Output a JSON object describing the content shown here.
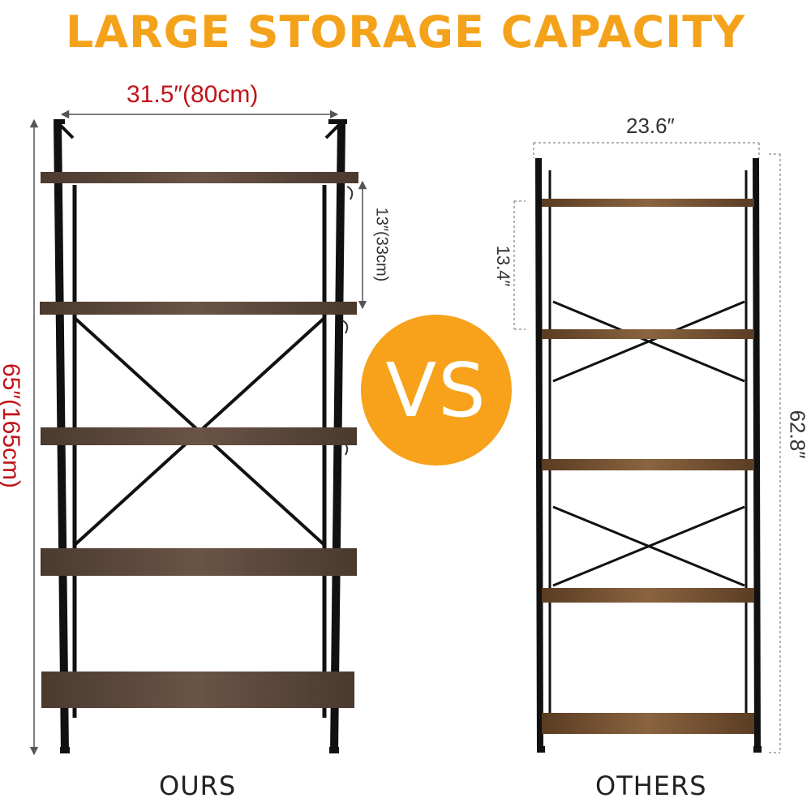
{
  "headline": "LARGE STORAGE CAPACITY",
  "vs_label": "VS",
  "ours": {
    "caption": "OURS",
    "width_label": "31.5″(80cm)",
    "height_label": "65″(165cm)",
    "shelf_gap_label": "13″(33cm)",
    "shelf_count": 5
  },
  "others": {
    "caption": "OTHERS",
    "width_label": "23.6″",
    "height_label": "62.8″",
    "shelf_gap_label": "13.4″",
    "shelf_count": 5
  },
  "colors": {
    "accent_orange": "#f5a21b",
    "dimension_red": "#c0141b",
    "wood_ours": "#5a463a",
    "wood_others": "#6b4a2e",
    "metal_frame": "#111111"
  },
  "icons": {
    "dimension_arrow": "double-headed-arrow-icon"
  }
}
